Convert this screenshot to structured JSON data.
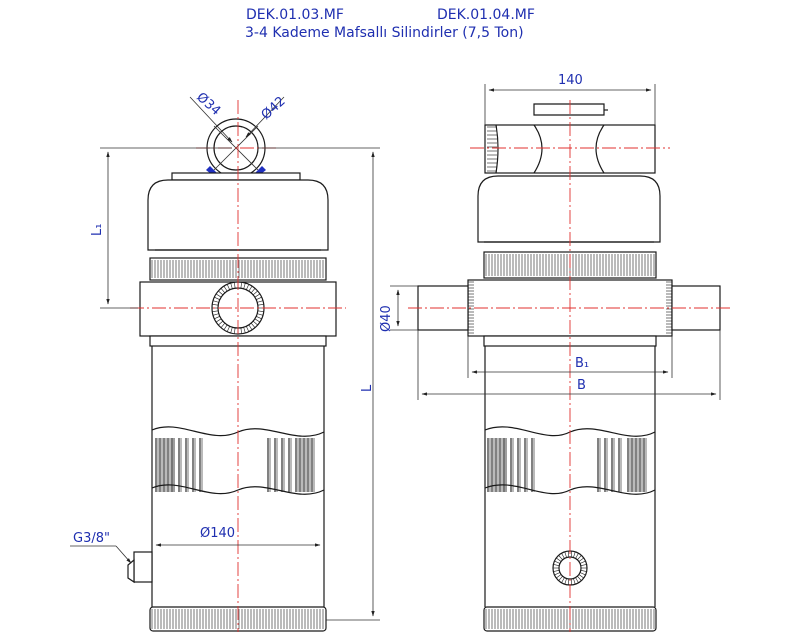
{
  "header": {
    "code_left": "DEK.01.03.MF",
    "code_right": "DEK.01.04.MF",
    "title": "3-4 Kademe Mafsallı Silindirler (7,5 Ton)"
  },
  "dimensions": {
    "eye_inner": "Ø34",
    "eye_outer": "Ø42",
    "l1": "L₁",
    "l": "L",
    "port": "G3/8\"",
    "body_dia": "Ø140",
    "width_top": "140",
    "trunnion_dia": "Ø40",
    "b1": "B₁",
    "b": "B"
  },
  "colors": {
    "text": "#1f2fb0",
    "outline": "#1a1a1a",
    "centerline": "#e0302f",
    "seal": "#2030c0"
  }
}
